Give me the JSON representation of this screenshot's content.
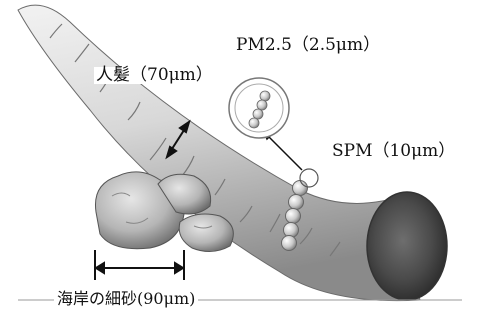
{
  "labels": {
    "pm25": "PM2.5（2.5μm）",
    "hair": "人髪（70μm）",
    "spm": "SPM（10μm）",
    "sand": "海岸の細砂(90μm)"
  }
}
